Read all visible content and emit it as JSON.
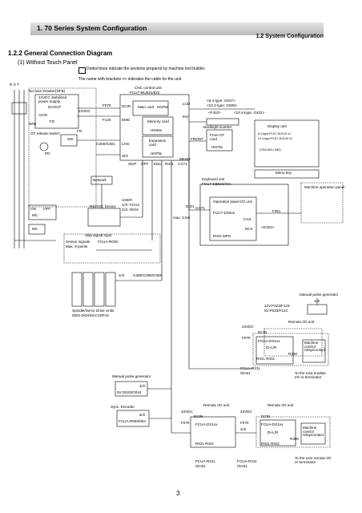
{
  "header": {
    "title": "1. 70 Series System Configuration",
    "subtitle": "1.2 System Configuration"
  },
  "section": {
    "title": "1.2.2 General Connection Diagram",
    "subtitle": "(1) Without Touch Panel"
  },
  "legend": {
    "dotted": "Dotted lines indicate the sections prepared by machine tool builder.",
    "brackets": "The name with brackets <> indicates the cable for the unit."
  },
  "labels": {
    "rst": "R S T",
    "nfb_breaker": "No-fuse breaker(NFB)",
    "stab_power": "24VDC stabilized power supply",
    "dcout": "DCOUT",
    "acin": "ACIN",
    "fg1": "FG",
    "fg2": "FG",
    "v24": "24VDC",
    "nfb": "NFB",
    "ot_switch": "OT release switch",
    "sw": "SW",
    "on": "ON",
    "off": "OFF",
    "mc1": "MC",
    "mc2": "MC",
    "pd": "PD",
    "network": "Network",
    "cnc_unit": "CNC control unit",
    "cnc_model": "FCU7-MU521/522",
    "f070": "F070",
    "f120": "F120",
    "f2": "2",
    "dcin": "DCIN",
    "emg": "EMG",
    "lan": "LAN",
    "sio": "SIO",
    "g300": "G300/G301",
    "main_card": "Main card",
    "main_model": "HN76x",
    "memory": "Memory card",
    "memory_model": "HN46x",
    "expansion": "Expansion card",
    "expansion_model": "HN78x",
    "skip": "SKIP",
    "opt": "OPT",
    "enc": "ENC",
    "rio1": "RIO1",
    "cg71": "CG71",
    "menu_label": "MENU",
    "lcd": "LCD",
    "inv": "INV",
    "front": "FRONT",
    "g007": "<8.4-type: G007>",
    "g006": "<10.4-type: G006>",
    "g402a": "<F402>",
    "g402b": "<10.4-type: G402>",
    "backlight": "Backlight inverter",
    "front_cf": "Front CF card",
    "hn791": "HN791",
    "display": "Display unit",
    "disp_l1": "8.4-type:FCU7-DU120-12",
    "disp_l2": "10.4-type:FCU7-DU140-12",
    "disp_l3": "(VGA 640 x 480)",
    "menu_key": "Menu key",
    "keyboard": "Keyboard unit",
    "kb_model": "FCU7-KB024/44A",
    "op_panel": "Operation panel I/O unit",
    "op_model": "FCU7-DX6xx",
    "cg71b": "CG71",
    "cg3": "CG3",
    "f351": "F351",
    "ncx": "NCX",
    "mpg": "RIO2 MPG",
    "f402c": "<G402>",
    "dist": "max. 0.5m",
    "sio_out": "DIO1",
    "machine_panel": "Machine operation panel",
    "user_pc": "USER",
    "pc_line1": "1ch: FCU4",
    "pc_line2": "2ch: RIO3",
    "rs232": "RS232C Device",
    "mpg_gen": "Manual pulse generator",
    "ch1": "1ch",
    "f023": "12V:F023/F123",
    "f024": "5V:F023/F124",
    "skip_input": "Skip signal input",
    "sensor": "Sensor signals",
    "max8": "Max. 8 points",
    "r030": "FCUA-R030",
    "optical": "1ch",
    "g380": "G380/G396/G380",
    "drive_units": "Spindle/Servo Drive Units",
    "drive_model": "MDS-D/DH/SV/J3/PJ3",
    "remote_io1": "Remote I/O unit",
    "v24b": "24VDC",
    "f070b": "F070",
    "dcin_b": "DCIN",
    "dx1": "FCUA-DX1xx",
    "dil": "DI-L/R",
    "r300": "R300",
    "rio12": "RIO1 RIO2",
    "machine_ctl": "Machine control relay/contact",
    "r211": "FCUA-R211",
    "sh41": "/SH41",
    "next_mod": "To the next module I/O or terminator",
    "mpg2": "Manual pulse generator",
    "mpg2_m": "5V:G023/G024",
    "ch3": "3ch",
    "encoder": "Sync. Encoder",
    "enc_m": "FCUA-R050/054",
    "ch5": "5ch",
    "remote_a": "Remote I/O unit",
    "remote_b": "Remote I/O unit",
    "ra_v": "24VDC",
    "ra_f": "F070",
    "ra_dcin": "DCIN",
    "ra_dx": "FCUA-DX1xx",
    "ra_rio": "RIO1 RIO2",
    "rb_v": "24VDC",
    "rb_f": "F070",
    "rb_dcin": "DCIN",
    "rb_dx": "FCUA-DX1xx",
    "rb_dil": "DI-L/R",
    "rb_r": "R300",
    "rb_rio": "RIO1 RIO2",
    "rb_mc": "Machine control relay/contact",
    "ra_r211": "FCUA-R211",
    "ra_sh": "/SH41",
    "rb_r211": "FCUA-R211",
    "rb_sh": "/SH41",
    "next_b": "To the next remote I/O or terminator",
    "ch2_a": "2ch"
  },
  "page": {
    "number": "3"
  }
}
